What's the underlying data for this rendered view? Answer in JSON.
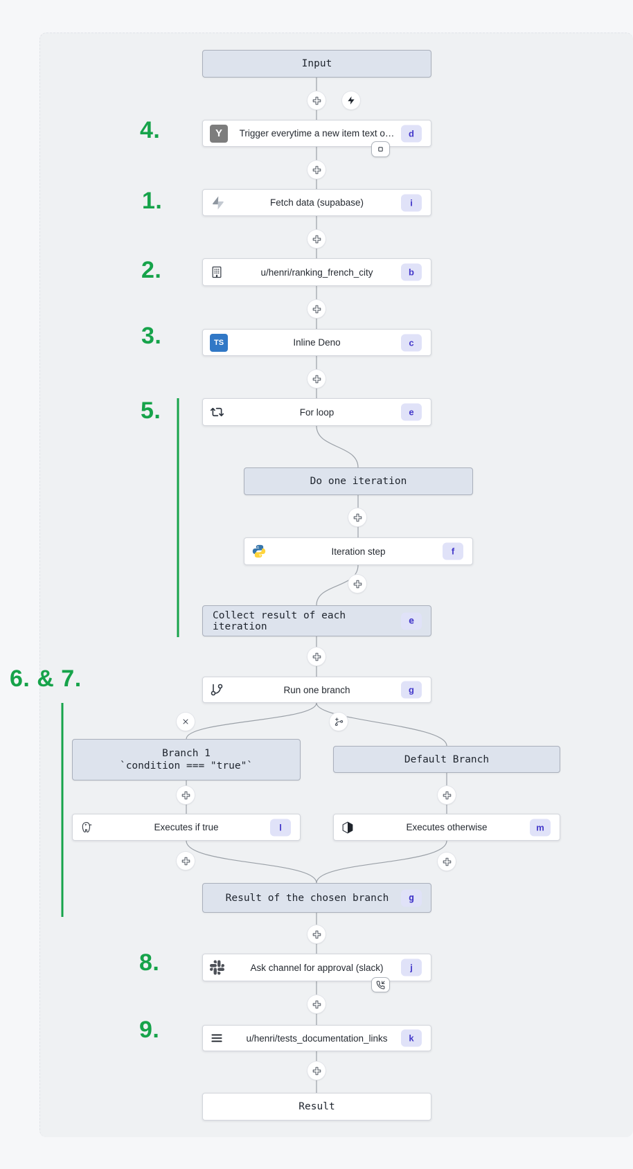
{
  "colors": {
    "annotation_green": "#16a34a",
    "badge_bg": "#e0e2f8",
    "badge_text": "#4338ca",
    "virtual_node_bg": "#dde3ed",
    "canvas_bg": "#eff1f3",
    "page_bg": "#f6f7f9",
    "typescript_blue": "#3178c6",
    "hackernews_gray": "#7d7d7d",
    "python_blue": "#3776ab",
    "python_yellow": "#ffd43b"
  },
  "annotations": {
    "step4": "4.",
    "step1": "1.",
    "step2": "2.",
    "step3": "3.",
    "step5": "5.",
    "step67": "6. & 7.",
    "step8": "8.",
    "step9": "9."
  },
  "nodes": {
    "input": {
      "label": "Input"
    },
    "trigger": {
      "label": "Trigger everytime a new item text o…",
      "badge": "d",
      "icon": "hackernews",
      "icon_text": "Y"
    },
    "fetch": {
      "label": "Fetch data (supabase)",
      "badge": "i",
      "icon": "supabase"
    },
    "ranking": {
      "label": "u/henri/ranking_french_city",
      "badge": "b",
      "icon": "building"
    },
    "inline_deno": {
      "label": "Inline Deno",
      "badge": "c",
      "icon": "typescript",
      "icon_text": "TS"
    },
    "for_loop": {
      "label": "For loop",
      "badge": "e",
      "icon": "repeat"
    },
    "do_iteration": {
      "label": "Do one iteration"
    },
    "iteration_step": {
      "label": "Iteration step",
      "badge": "f",
      "icon": "python"
    },
    "collect": {
      "label": "Collect result of each iteration",
      "badge": "e"
    },
    "run_branch": {
      "label": "Run one branch",
      "badge": "g",
      "icon": "git-branch"
    },
    "branch1": {
      "label": "Branch 1",
      "condition": "`condition === \"true\"`"
    },
    "default_branch": {
      "label": "Default Branch"
    },
    "exec_true": {
      "label": "Executes if true",
      "badge": "l",
      "icon": "postgresql"
    },
    "exec_otherwise": {
      "label": "Executes otherwise",
      "badge": "m",
      "icon": "cube"
    },
    "result_branch": {
      "label": "Result of the chosen branch",
      "badge": "g"
    },
    "slack_approval": {
      "label": "Ask channel for approval (slack)",
      "badge": "j",
      "icon": "slack"
    },
    "docs_links": {
      "label": "u/henri/tests_documentation_links",
      "badge": "k",
      "icon": "menu"
    },
    "result": {
      "label": "Result"
    }
  }
}
